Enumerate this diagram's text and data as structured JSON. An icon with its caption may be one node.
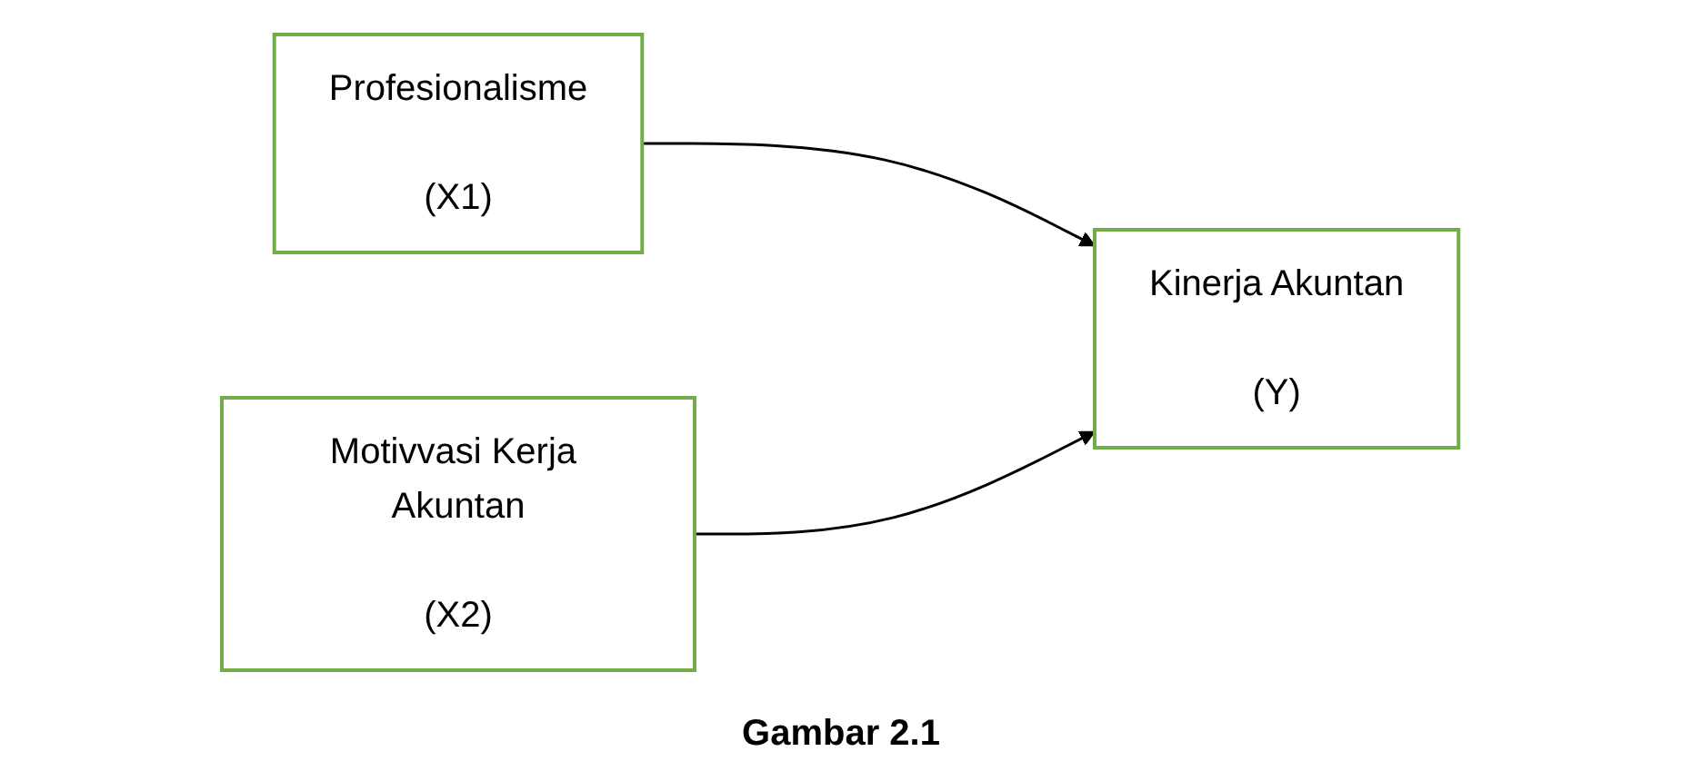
{
  "diagram": {
    "caption": "Gambar 2.1",
    "nodes": [
      {
        "text": [
          "Profesionalisme",
          "(X1)"
        ]
      },
      {
        "text": [
          "Kinerja Akuntan",
          "(Y)"
        ]
      },
      {
        "text": [
          "Motivvasi Kerja Akuntan",
          "(X2)"
        ]
      }
    ],
    "edges": [
      {
        "from": 0,
        "to": 1,
        "arrow": "to"
      },
      {
        "from": 2,
        "to": 1,
        "arrow": "to"
      }
    ]
  }
}
